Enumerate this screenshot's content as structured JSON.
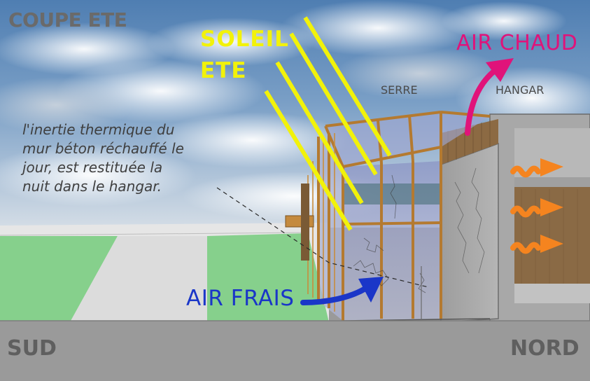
{
  "labels": {
    "title": "COUPE ETE",
    "sun_line1": "SOLEIL",
    "sun_line2": "ETE",
    "warm_air": "AIR CHAUD",
    "cool_air": "AIR FRAIS",
    "greenhouse": "SERRE",
    "hangar": "HANGAR",
    "south": "SUD",
    "north": "NORD"
  },
  "note": [
    "l'inertie thermique du",
    "mur béton réchauffé le",
    "jour, est restituée la",
    "nuit dans le hangar."
  ],
  "colors": {
    "sun": "#f2f20a",
    "warm_air": "#e0137a",
    "cool_air": "#1a36c8",
    "heat_arrows": "#f5841f",
    "lawn": "#86d08c",
    "ground": "#9a9a9a"
  }
}
